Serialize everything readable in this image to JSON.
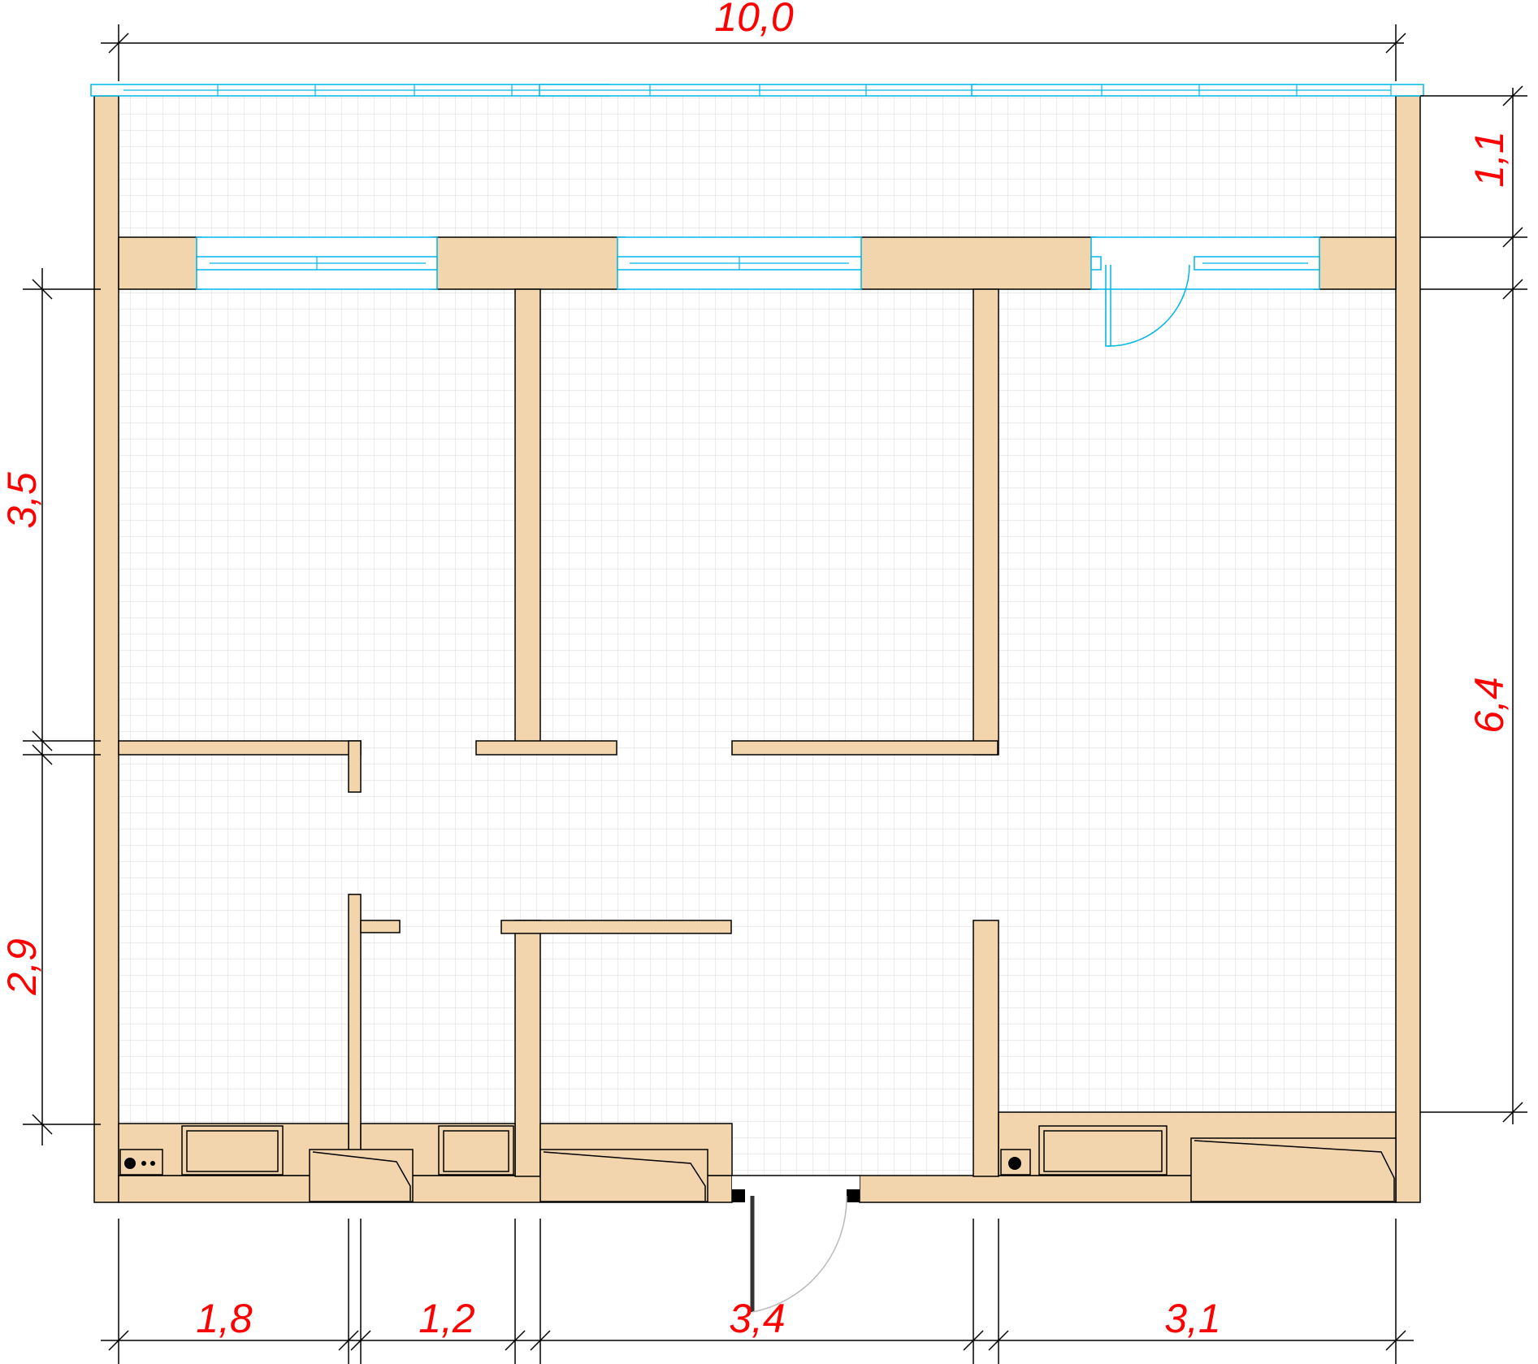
{
  "plan": {
    "colors": {
      "wall": "#f2d5ad",
      "floor_grid": "#d9d9d9",
      "window": "#00b7e8",
      "dimension_text": "#ff0000",
      "outline": "#000000"
    },
    "dimensions": {
      "overall_width": "10,0",
      "balcony_depth": "1,1",
      "right_side_depth": "6,4",
      "left_upper_depth": "3,5",
      "left_lower_depth": "2,9",
      "bottom_segment_1": "1,8",
      "bottom_segment_2": "1,2",
      "bottom_segment_3": "3,4",
      "bottom_segment_4": "3,1"
    }
  }
}
